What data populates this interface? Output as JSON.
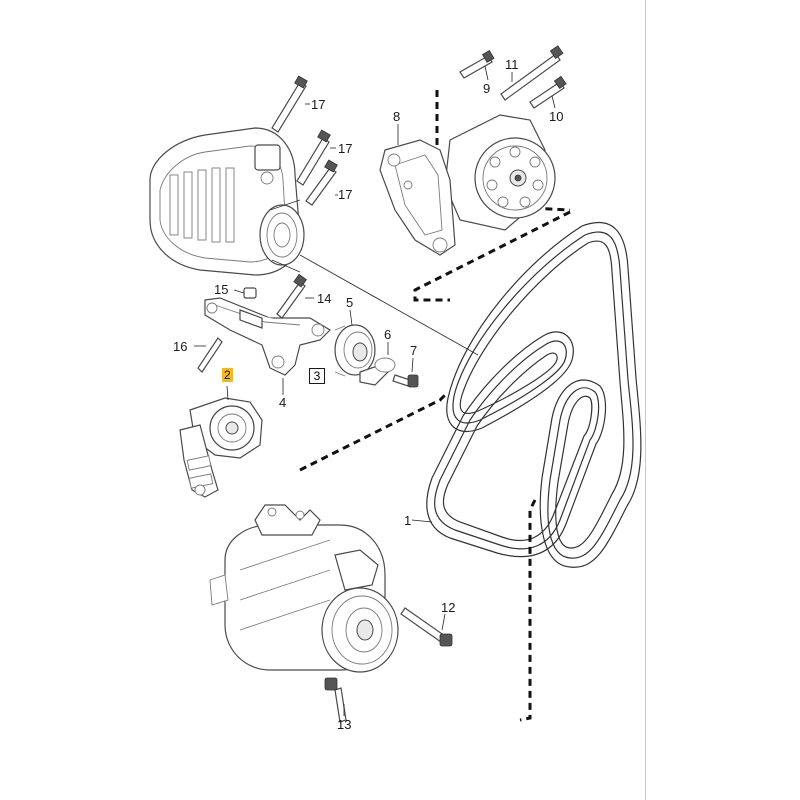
{
  "diagram": {
    "callouts": {
      "c1": "1",
      "c2": "2",
      "c3": "3",
      "c4": "4",
      "c5": "5",
      "c6": "6",
      "c7": "7",
      "c8": "8",
      "c9": "9",
      "c10": "10",
      "c11": "11",
      "c12": "12",
      "c13": "13",
      "c14": "14",
      "c15": "15",
      "c16": "16",
      "c17a": "17",
      "c17b": "17",
      "c17c": "17"
    },
    "highlight_color": "#f6b81f"
  }
}
